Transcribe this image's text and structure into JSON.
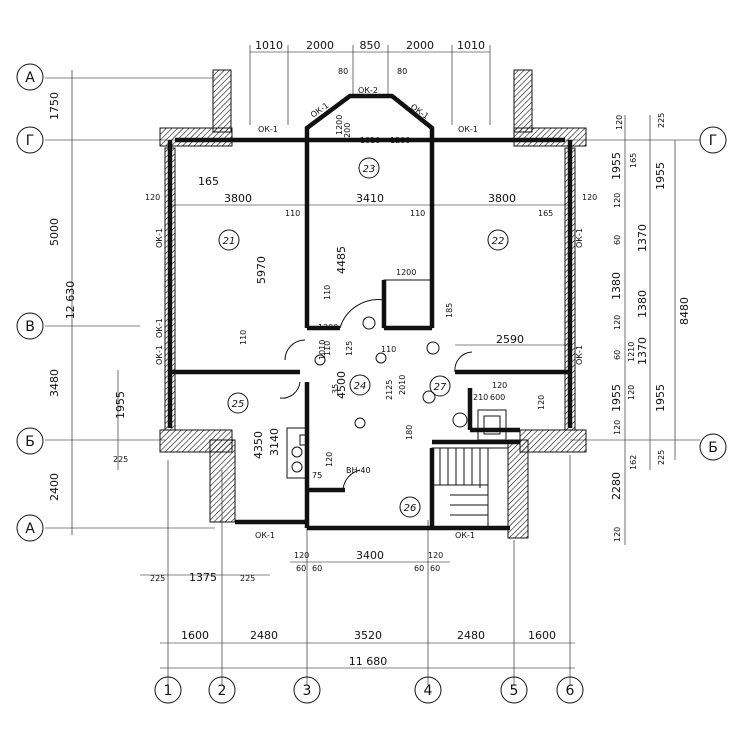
{
  "axes": {
    "columns": [
      "1",
      "2",
      "3",
      "4",
      "5",
      "6"
    ],
    "rows": [
      "А",
      "Г",
      "В",
      "Б",
      "А"
    ]
  },
  "top_dims": [
    "1010",
    "2000",
    "850",
    "2000",
    "1010"
  ],
  "dormer_dims": [
    "80",
    "80",
    "1200",
    "1010",
    "1200",
    "ОК-2"
  ],
  "window_labels": {
    "ok1": "ОК-1",
    "ok2": "ОК-2"
  },
  "left_dims": [
    "1750",
    "5000",
    "12 630",
    "3480",
    "1955",
    "225",
    "2400"
  ],
  "right_dims": [
    "120",
    "225",
    "165",
    "1955",
    "1955",
    "120",
    "60",
    "1370",
    "1380",
    "8480",
    "1380",
    "120",
    "1370",
    "60",
    "1210",
    "1955",
    "1955",
    "120",
    "120",
    "225",
    "162",
    "2280",
    "120"
  ],
  "horizontal_dims": [
    "3800",
    "3410",
    "3800",
    "165",
    "120",
    "110",
    "110",
    "165",
    "120",
    "2590",
    "1200",
    "185"
  ],
  "vertical_dims": [
    "5970",
    "4485",
    "110",
    "110",
    "4500",
    "2125",
    "4350",
    "3140"
  ],
  "interior_small": [
    "110",
    "35",
    "1010",
    "125",
    "110",
    "2010",
    "75",
    "120",
    "120",
    "210",
    "600",
    "180",
    "120",
    "1200",
    "1200"
  ],
  "rooms": [
    "21",
    "22",
    "23",
    "24",
    "25",
    "26",
    "27"
  ],
  "labels": {
    "vn": "ВН-40"
  },
  "bottom_dims": {
    "row1": [
      "225",
      "1375",
      "225"
    ],
    "row2": [
      "120",
      "60",
      "60",
      "3400",
      "60",
      "60",
      "120"
    ],
    "overall": [
      "1600",
      "2480",
      "3520",
      "2480",
      "1600"
    ],
    "total": "11 680"
  }
}
